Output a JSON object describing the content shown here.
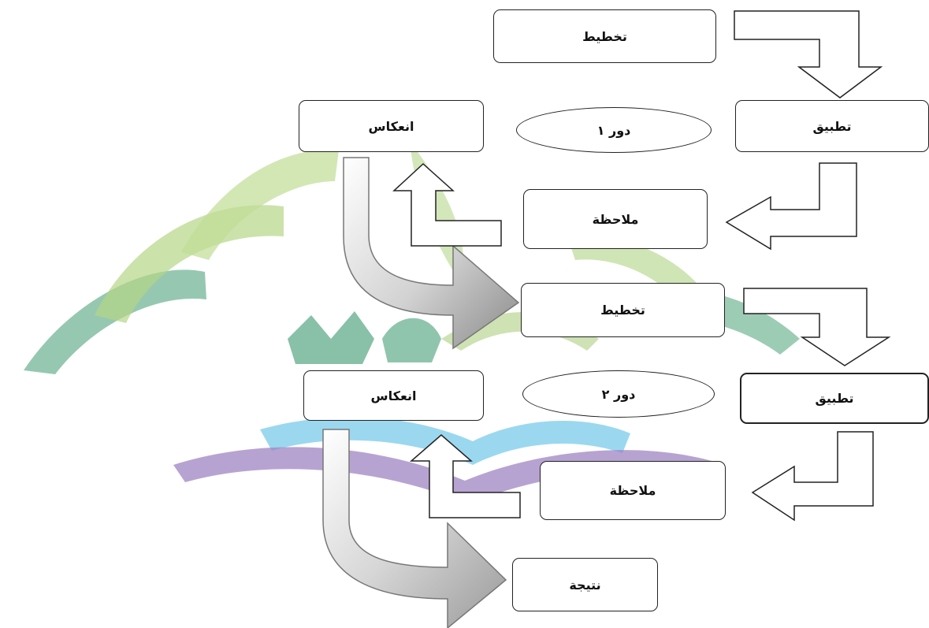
{
  "cycles": [
    {
      "label": "دور ١",
      "planning": "تخطيط",
      "action": "تطبيق",
      "observation": "ملاحظة",
      "reflection": "انعكاس"
    },
    {
      "label": "دور ٢",
      "planning": "تخطيط",
      "action": "تطبيق",
      "observation": "ملاحظة",
      "reflection": "انعكاس"
    }
  ],
  "result": "نتيجة",
  "colors": {
    "border": "#222222",
    "logo_green": "#9fcb68",
    "logo_teal": "#4fa37e",
    "logo_sky": "#67c3e6",
    "logo_purple": "#8e6fb6",
    "arrow_gray_light": "#ffffff",
    "arrow_gray_dark": "#8a8a8a"
  }
}
